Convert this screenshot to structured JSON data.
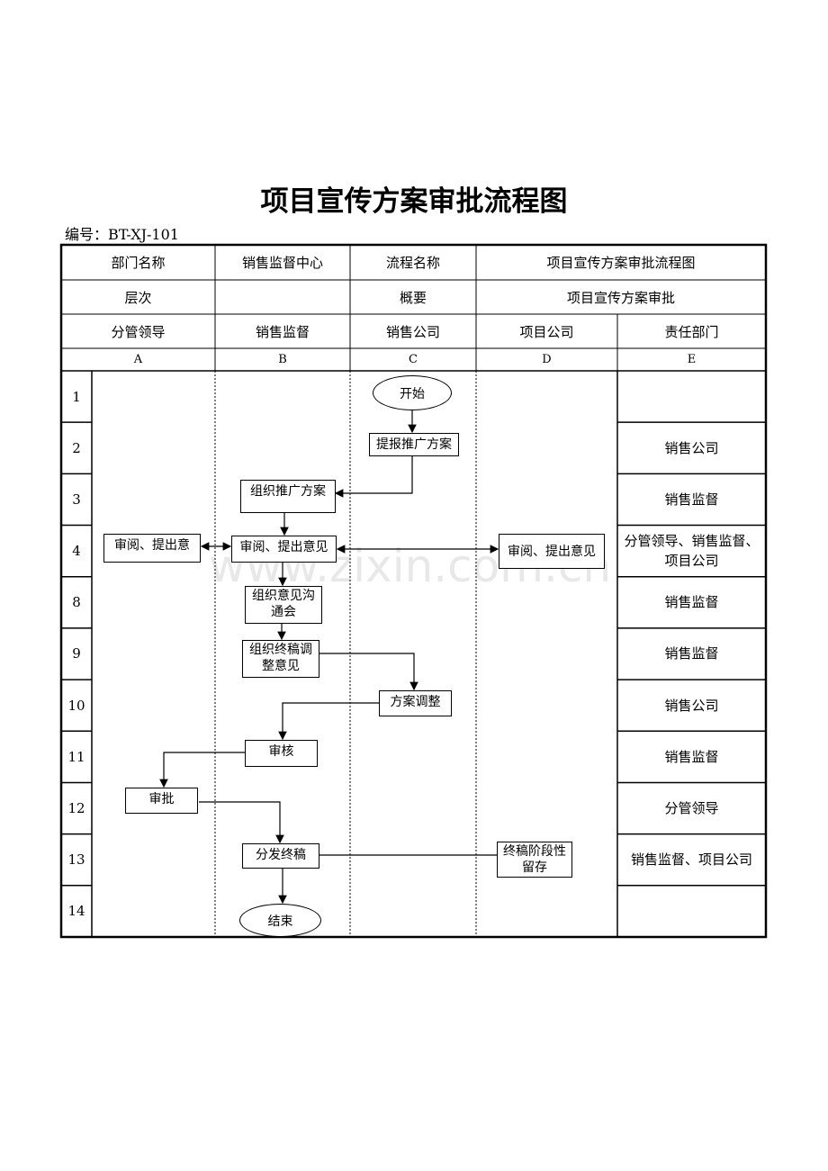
{
  "title": "项目宣传方案审批流程图",
  "code": "编号：BT-XJ-101",
  "header": {
    "r1": [
      "部门名称",
      "销售监督中心",
      "流程名称",
      "项目宣传方案审批流程图"
    ],
    "r2": [
      "层次",
      "",
      "概要",
      "项目宣传方案审批"
    ],
    "r3": [
      "分管领导",
      "销售监督",
      "销售公司",
      "项目公司",
      "责任部门"
    ],
    "r4": [
      "A",
      "B",
      "C",
      "D",
      "E"
    ]
  },
  "rows": [
    {
      "no": "1",
      "dept": ""
    },
    {
      "no": "2",
      "dept": "销售公司"
    },
    {
      "no": "3",
      "dept": "销售监督"
    },
    {
      "no": "4",
      "dept": "分管领导、销售监督、项目公司"
    },
    {
      "no": "8",
      "dept": "销售监督"
    },
    {
      "no": "9",
      "dept": "销售监督"
    },
    {
      "no": "10",
      "dept": "销售公司"
    },
    {
      "no": "11",
      "dept": "销售监督"
    },
    {
      "no": "12",
      "dept": "分管领导"
    },
    {
      "no": "13",
      "dept": "销售监督、项目公司"
    },
    {
      "no": "14",
      "dept": ""
    }
  ],
  "nodes": {
    "start": "开始",
    "submit": "提报推广方案",
    "organize": "组织推广方案",
    "review_a": "审阅、提出意",
    "review_b": "审阅、提出意见",
    "review_d": "审阅、提出意见",
    "meeting": "组织意见沟通会",
    "final_adjust": "组织终稿调整意见",
    "adjust": "方案调整",
    "audit": "审核",
    "approve": "审批",
    "distribute": "分发终稿",
    "archive": "终稿阶段性留存",
    "end": "结束"
  },
  "watermark": "www.zixin.com.cn"
}
